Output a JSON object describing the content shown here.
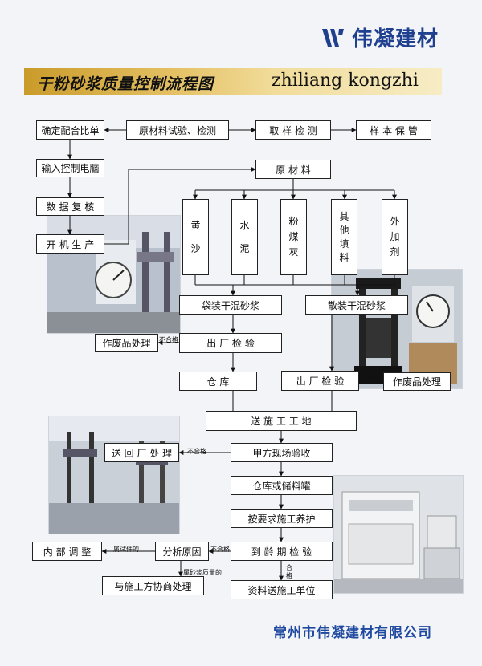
{
  "logo": {
    "text": "伟凝建材"
  },
  "banner": {
    "title_cn": "干粉砂浆质量控制流程图",
    "title_en": "zhiliang kongzhi"
  },
  "nodes": {
    "ratio": "确定配合比单",
    "material_test": "原材料试验、检测",
    "sampling": "取 样 检 测",
    "sample_keep": "样 本 保 管",
    "computer": "输入控制电脑",
    "data_check": "数 据 复 核",
    "production": "开 机 生 产",
    "raw_material": "原 材 料",
    "sand": [
      "黄",
      "沙"
    ],
    "water": [
      "水",
      "泥"
    ],
    "flyash": [
      "粉",
      "煤",
      "灰"
    ],
    "filler": [
      "其",
      "他",
      "填",
      "料"
    ],
    "additive": [
      "外",
      "加",
      "剂"
    ],
    "bagged": "袋装干混砂浆",
    "bulk": "散装干混砂浆",
    "waste_left": "作废品处理",
    "factory_check_left": "出 厂 检 验",
    "warehouse": "仓   库",
    "factory_check_right": "出 厂 检 验",
    "waste_right": "作废品处理",
    "site": "送 施 工 工 地",
    "party_a_check": "甲方现场验收",
    "return": "送 回 厂 处 理",
    "storage": "仓库或储料罐",
    "curing": "按要求施工养护",
    "age_check": "到 龄 期 检 验",
    "analysis": "分析原因",
    "internal": "内 部 调 整",
    "negotiate": "与施工方协商处理",
    "report": "资料送施工单位"
  },
  "notes": {
    "fail1": "不合格",
    "fail2": "不合格",
    "fail3": "不合格",
    "fail4": "不合格",
    "pass": [
      "合",
      "格"
    ],
    "specimen": "属试件的",
    "mortar": "属砂浆质量的"
  },
  "company": "常州市伟凝建材有限公司",
  "colors": {
    "brand_blue": "#1f3f8f",
    "banner_gold": "#d6aa3c",
    "company_blue": "#1f4aa0"
  }
}
